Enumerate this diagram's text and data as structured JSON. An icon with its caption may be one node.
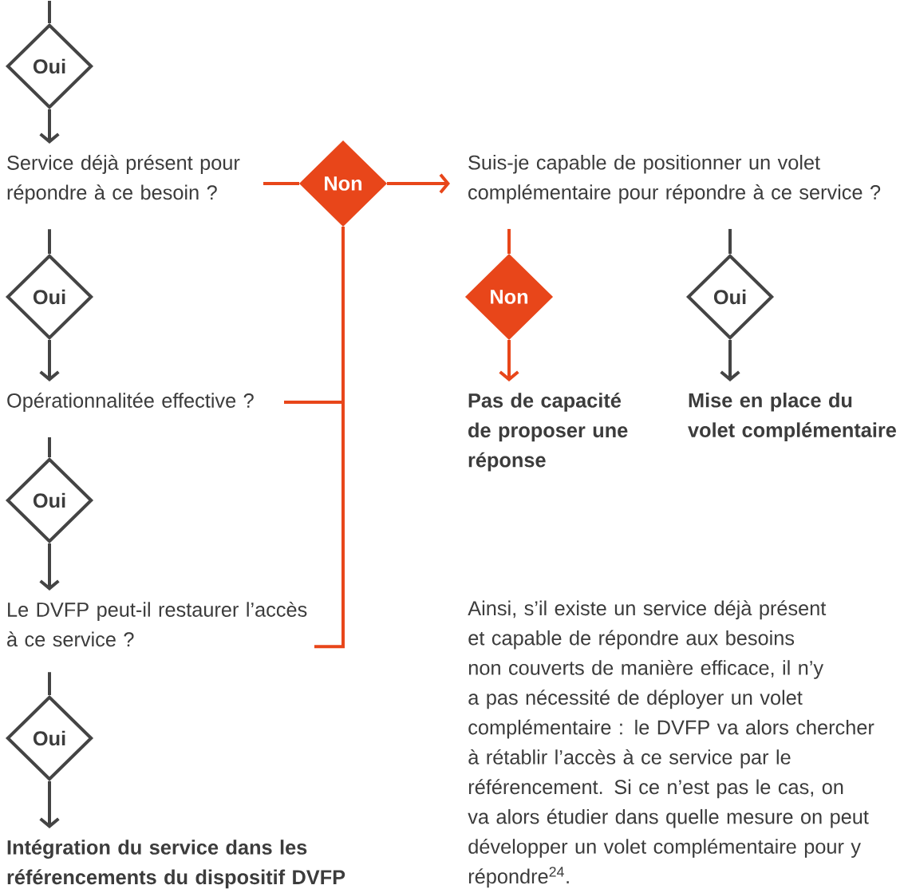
{
  "diagram": {
    "nodes": [
      {
        "text": [
          "Oui"
        ]
      },
      {
        "text": [
          "Service déjà présent pour répondre à ce besoin ?"
        ]
      },
      {
        "text": [
          "Non"
        ]
      },
      {
        "text": [
          "Suis-je capable de positionner un volet complémentaire pour répondre à ce service ?"
        ]
      },
      {
        "text": [
          "Oui"
        ]
      },
      {
        "text": [
          "Non"
        ]
      },
      {
        "text": [
          "Oui"
        ]
      },
      {
        "text": [
          "Opérationnalitée effective ?"
        ]
      },
      {
        "text": [
          "Pas de capacité de proposer une réponse"
        ]
      },
      {
        "text": [
          "Mise en place du volet complémentaire"
        ]
      },
      {
        "text": [
          "Oui"
        ]
      },
      {
        "text": [
          "Le DVFP peut-il restaurer l’accès à ce service ?"
        ]
      },
      {
        "text": [
          "Oui"
        ]
      },
      {
        "text": [
          "Intégration du service dans les référencements du dispositif DVFP"
        ]
      }
    ],
    "edges": [
      {
        "from": null,
        "to": 0,
        "arrow": "none"
      },
      {
        "from": 0,
        "to": 1,
        "arrow": "to"
      },
      {
        "from": 1,
        "to": 2,
        "arrow": "none",
        "color": "#e8461a"
      },
      {
        "from": 2,
        "to": 3,
        "arrow": "to",
        "color": "#e8461a"
      },
      {
        "from": 1,
        "to": 4,
        "arrow": "none"
      },
      {
        "from": 3,
        "to": 5,
        "arrow": "none",
        "color": "#e8461a"
      },
      {
        "from": 3,
        "to": 6,
        "arrow": "none"
      },
      {
        "from": 4,
        "to": 7,
        "arrow": "to"
      },
      {
        "from": 5,
        "to": 8,
        "arrow": "to",
        "color": "#e8461a"
      },
      {
        "from": 6,
        "to": 9,
        "arrow": "to"
      },
      {
        "from": 7,
        "to": 2,
        "arrow": "none",
        "color": "#e8461a"
      },
      {
        "from": 7,
        "to": 10,
        "arrow": "none"
      },
      {
        "from": 10,
        "to": 11,
        "arrow": "to"
      },
      {
        "from": 11,
        "to": 2,
        "arrow": "none",
        "color": "#e8461a"
      },
      {
        "from": 11,
        "to": 12,
        "arrow": "none"
      },
      {
        "from": 12,
        "to": 13,
        "arrow": "to"
      }
    ],
    "labels": [
      "Ainsi, s’il existe un service déjà présent et capable de répondre aux besoins non couverts de manière efficace, il n’y a pas nécessité de déployer un volet complémentaire : le DVFP va alors chercher à rétablir l’accès à ce service par le référencement. Si ce n’est pas le cas, on va alors étudier dans quelle mesure on peut développer un volet complémentaire pour y répondre$^{24}$."
    ]
  }
}
